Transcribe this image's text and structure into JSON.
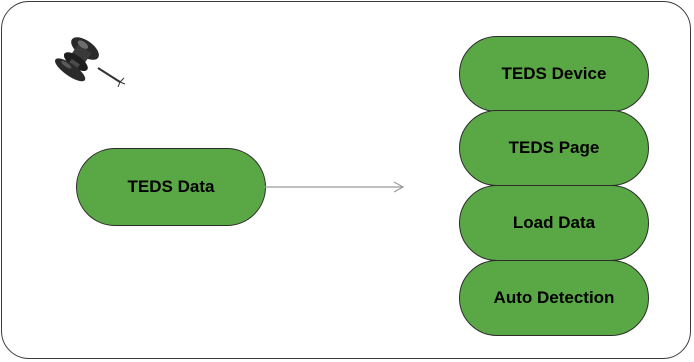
{
  "diagram": {
    "source": {
      "label": "TEDS Data"
    },
    "targets": [
      {
        "label": "TEDS Device"
      },
      {
        "label": "TEDS Page"
      },
      {
        "label": "Load Data"
      },
      {
        "label": "Auto Detection"
      }
    ]
  },
  "icons": {
    "pin": "pushpin-icon"
  },
  "colors": {
    "node_fill": "#5aa845",
    "node_border": "#2c2c2c",
    "frame_border": "#3c3c3c",
    "arrow": "#9a9a9a"
  }
}
